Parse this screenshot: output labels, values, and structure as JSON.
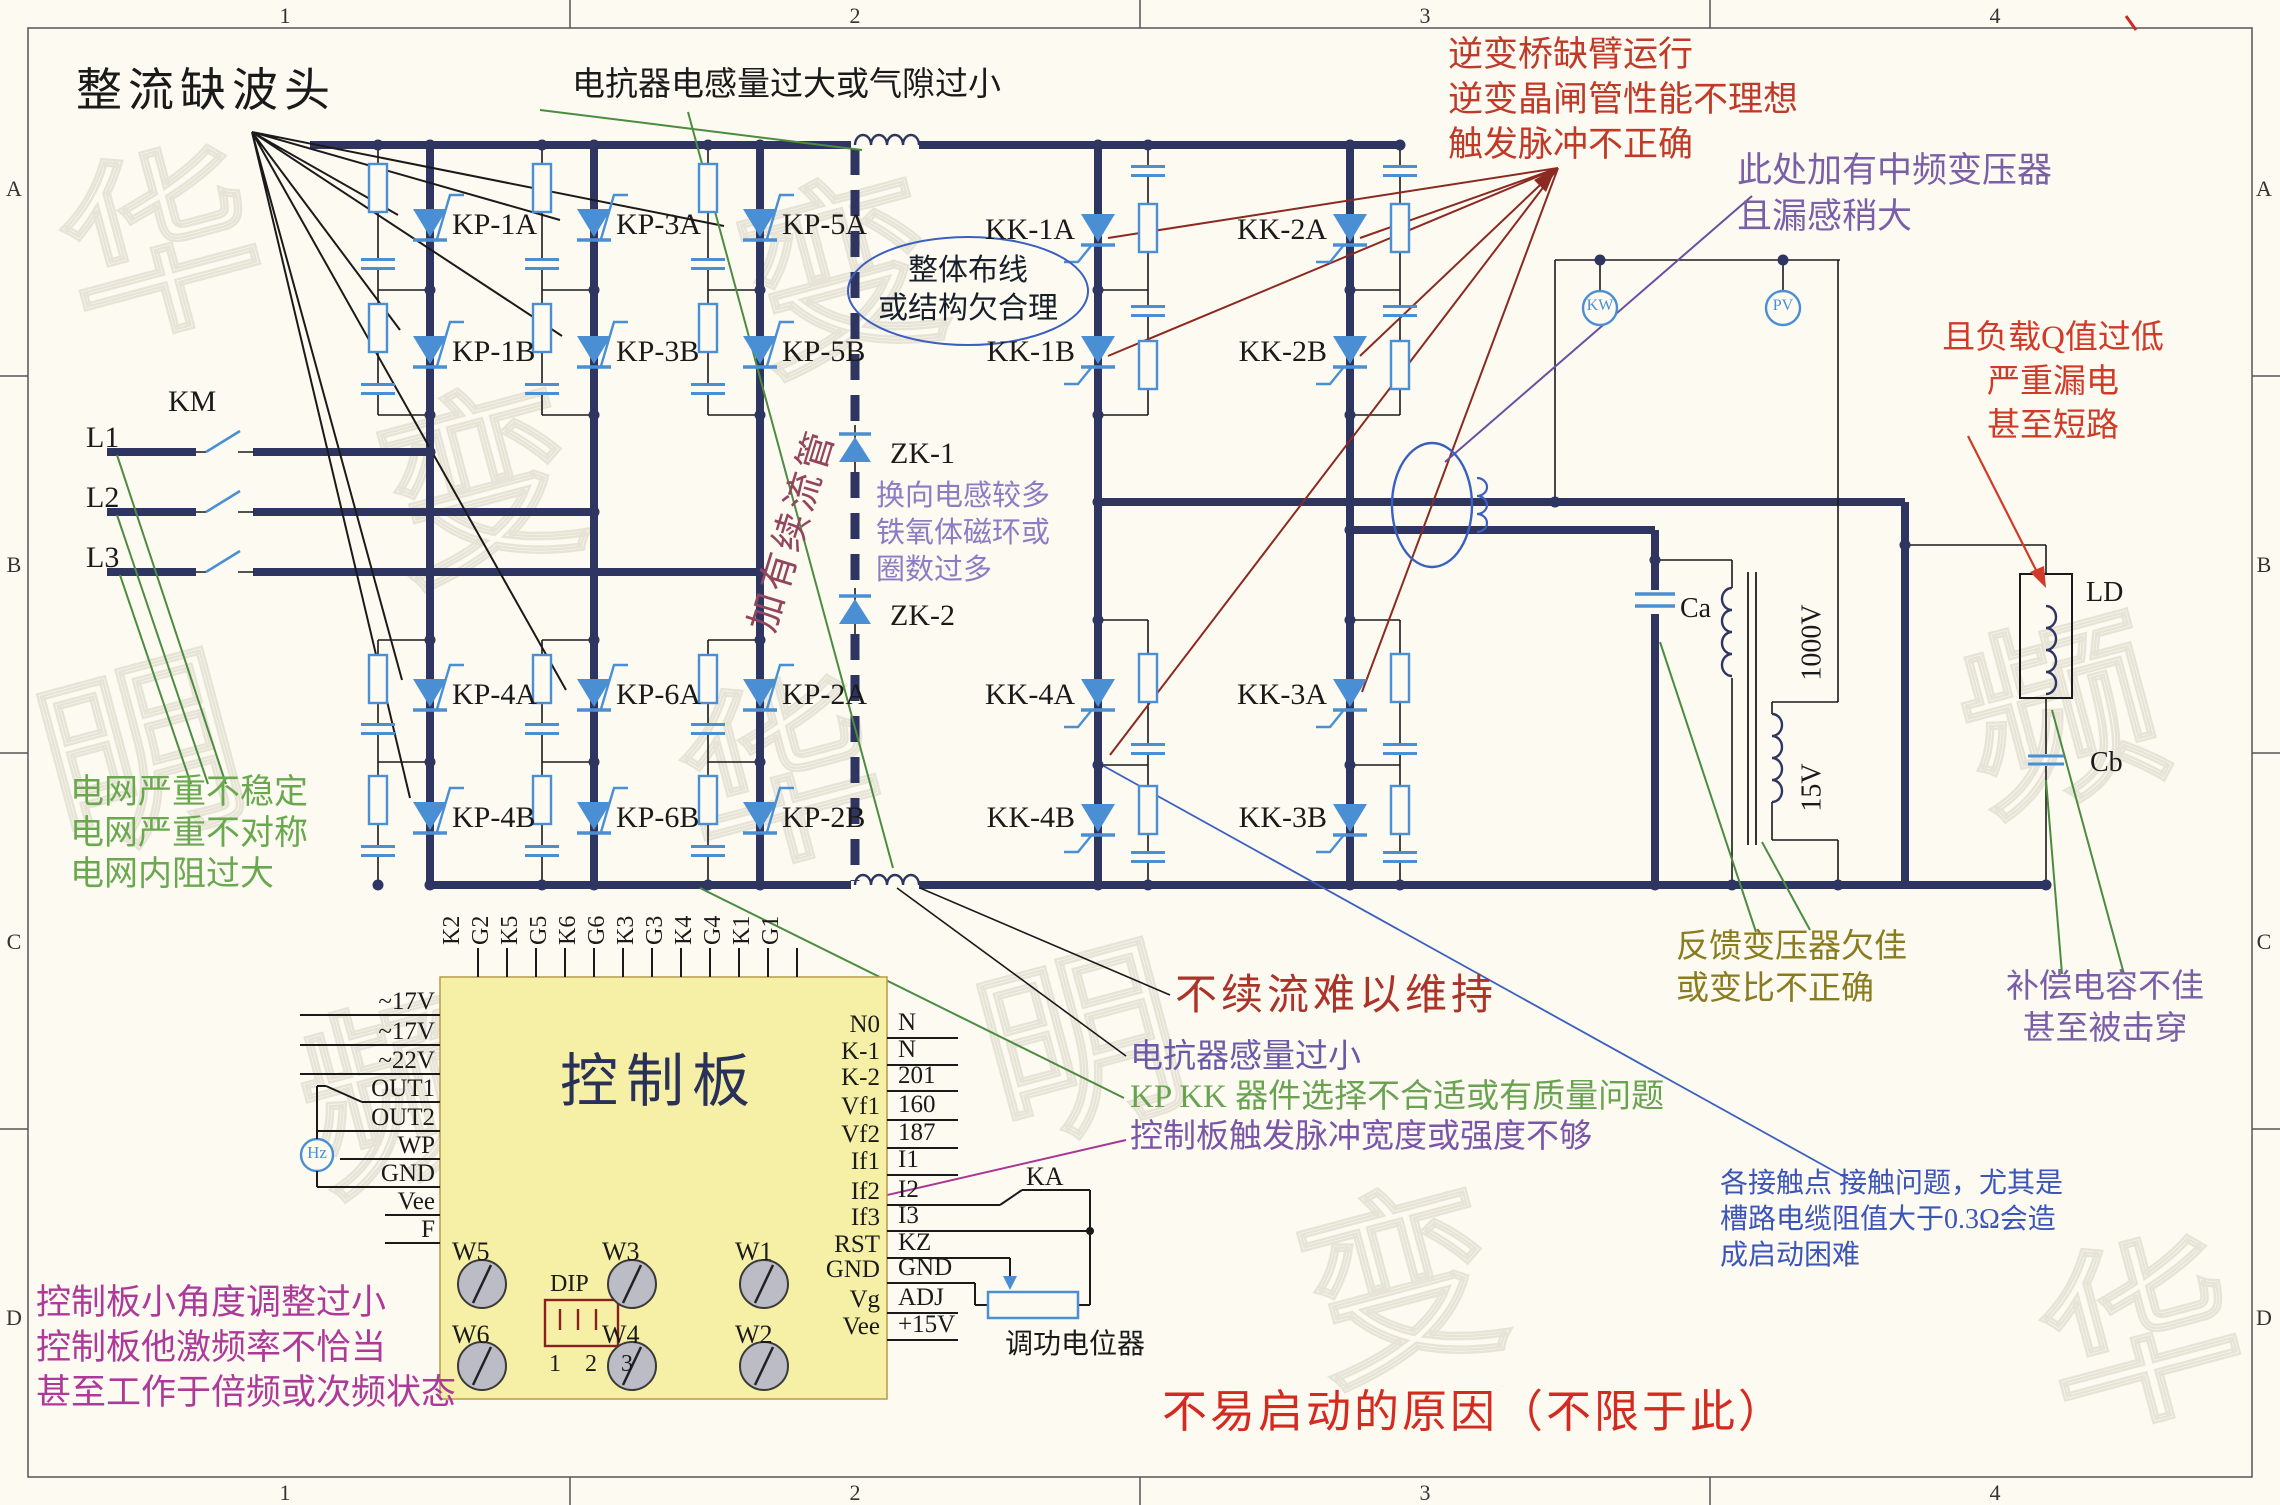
{
  "frame": {
    "cols": [
      "1",
      "2",
      "3",
      "4"
    ],
    "rows": [
      "A",
      "B",
      "C",
      "D"
    ]
  },
  "watermark": {
    "chars": [
      "华",
      "明",
      "变",
      "频"
    ]
  },
  "notes": {
    "rectifier_missing": "整流缺波头",
    "reactor_large": "电抗器电感量过大或气隙过小",
    "inverter": [
      "逆变桥缺臂运行",
      "逆变晶闸管性能不理想",
      "触发脉冲不正确"
    ],
    "mf_tx": [
      "此处加有中频变压器",
      "且漏感稍大"
    ],
    "load_q": [
      "且负载Q值过低",
      "严重漏电",
      "甚至短路"
    ],
    "grid": [
      "电网严重不稳定",
      "电网严重不对称",
      "电网内阻过大"
    ],
    "layout": [
      "整体布线",
      "或结构欠合理"
    ],
    "freewheel": "加有续流管",
    "commutation": [
      "换向电感较多",
      "铁氧体磁环或",
      "圈数过多"
    ],
    "no_freewheel": "不续流难以维持",
    "reactor_small": "电抗器感量过小",
    "kpkk": "KP KK 器件选择不合适或有质量问题",
    "trigger": "控制板触发脉冲宽度或强度不够",
    "board_issues": [
      "控制板小角度调整过小",
      "控制板他激频率不恰当",
      "甚至工作于倍频或次频状态"
    ],
    "feedback_tx": [
      "反馈变压器欠佳",
      "或变比不正确"
    ],
    "comp_cap": [
      "补偿电容不佳",
      "甚至被击穿"
    ],
    "contacts": [
      "各接触点 接触问题，尤其是",
      "槽路电缆阻值大于0.3Ω会造",
      "成启动困难"
    ],
    "reason": "不易启动的原因（不限于此）"
  },
  "labels": {
    "km": "KM",
    "l1": "L1",
    "l2": "L2",
    "l3": "L3",
    "kp": [
      "KP-1A",
      "KP-3A",
      "KP-5A",
      "KP-1B",
      "KP-3B",
      "KP-5B",
      "KP-4A",
      "KP-6A",
      "KP-2A",
      "KP-4B",
      "KP-6B",
      "KP-2B"
    ],
    "kk": [
      "KK-1A",
      "KK-2A",
      "KK-1B",
      "KK-2B",
      "KK-4A",
      "KK-3A",
      "KK-4B",
      "KK-3B"
    ],
    "zk1": "ZK-1",
    "zk2": "ZK-2",
    "kw": "KW",
    "pv": "PV",
    "hz": "Hz",
    "ca": "Ca",
    "cb": "Cb",
    "ld": "LD",
    "v1000": "1000V",
    "v15": "15V",
    "ka": "KA",
    "pot": "调功电位器"
  },
  "board": {
    "title": "控制板",
    "top_pins": [
      "K2",
      "G2",
      "K5",
      "G5",
      "K6",
      "G6",
      "K3",
      "G3",
      "K4",
      "G4",
      "K1",
      "G1"
    ],
    "left_pins": [
      "~17V",
      "~17V",
      "~22V",
      "OUT1",
      "OUT2",
      "WP",
      "GND",
      "Vee",
      "F"
    ],
    "right_pins": [
      "N0",
      "K-1",
      "K-2",
      "Vf1",
      "Vf2",
      "If1",
      "If2",
      "If3",
      "RST",
      "GND",
      "Vg",
      "Vee"
    ],
    "right_ext": [
      "N",
      "N",
      "201",
      "160",
      "187",
      "I1",
      "I2",
      "I3",
      "KZ",
      "GND",
      "ADJ",
      "+15V"
    ],
    "knobs": [
      "W5",
      "W3",
      "W1",
      "W6",
      "W4",
      "W2"
    ],
    "dip": "DIP",
    "dip_nums": "1 2 3"
  }
}
